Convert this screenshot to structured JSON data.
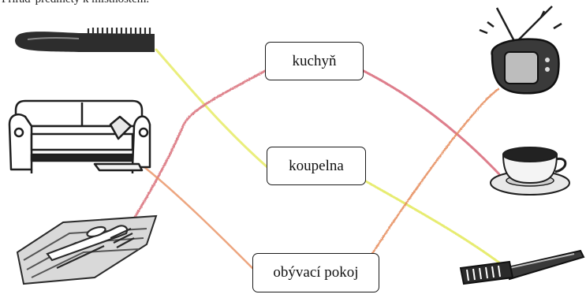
{
  "header": {
    "instruction_fragment": "Přiřaď předměty k místnostem."
  },
  "rooms": [
    {
      "id": "kitchen",
      "label": "kuchyň"
    },
    {
      "id": "bathroom",
      "label": "koupelna"
    },
    {
      "id": "livingroom",
      "label": "obývací pokoj"
    }
  ],
  "pictures": [
    {
      "name": "comb",
      "side": "left"
    },
    {
      "name": "sofa",
      "side": "left"
    },
    {
      "name": "napkin-with-cutlery",
      "side": "left"
    },
    {
      "name": "television",
      "side": "right"
    },
    {
      "name": "coffee-cup",
      "side": "right"
    },
    {
      "name": "toothbrush",
      "side": "right"
    }
  ],
  "line_colors": {
    "yellow": "#e8ec6e",
    "red": "#d9707a",
    "orange": "#e89060"
  }
}
